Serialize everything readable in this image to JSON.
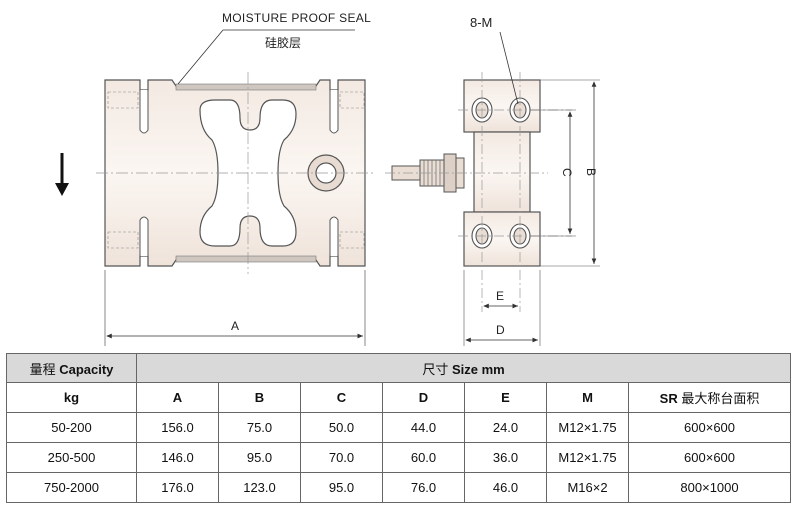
{
  "drawing": {
    "seal_label": "MOISTURE PROOF SEAL",
    "seal_label_cn": "硅胶层",
    "thread_label": "8-M",
    "dim_A": "A",
    "dim_B": "B",
    "dim_C": "C",
    "dim_D": "D",
    "dim_E": "E"
  },
  "table": {
    "capacity_cn": "量程",
    "capacity_en": "Capacity",
    "size_cn": "尺寸",
    "size_en": "Size mm",
    "columns": [
      "kg",
      "A",
      "B",
      "C",
      "D",
      "E",
      "M",
      "SR"
    ],
    "sr_cn": "最大称台面积",
    "rows": [
      [
        "50-200",
        "156.0",
        "75.0",
        "50.0",
        "44.0",
        "24.0",
        "M12×1.75",
        "600×600"
      ],
      [
        "250-500",
        "146.0",
        "95.0",
        "70.0",
        "60.0",
        "36.0",
        "M12×1.75",
        "600×600"
      ],
      [
        "750-2000",
        "176.0",
        "123.0",
        "95.0",
        "76.0",
        "46.0",
        "M16×2",
        "800×1000"
      ]
    ]
  }
}
